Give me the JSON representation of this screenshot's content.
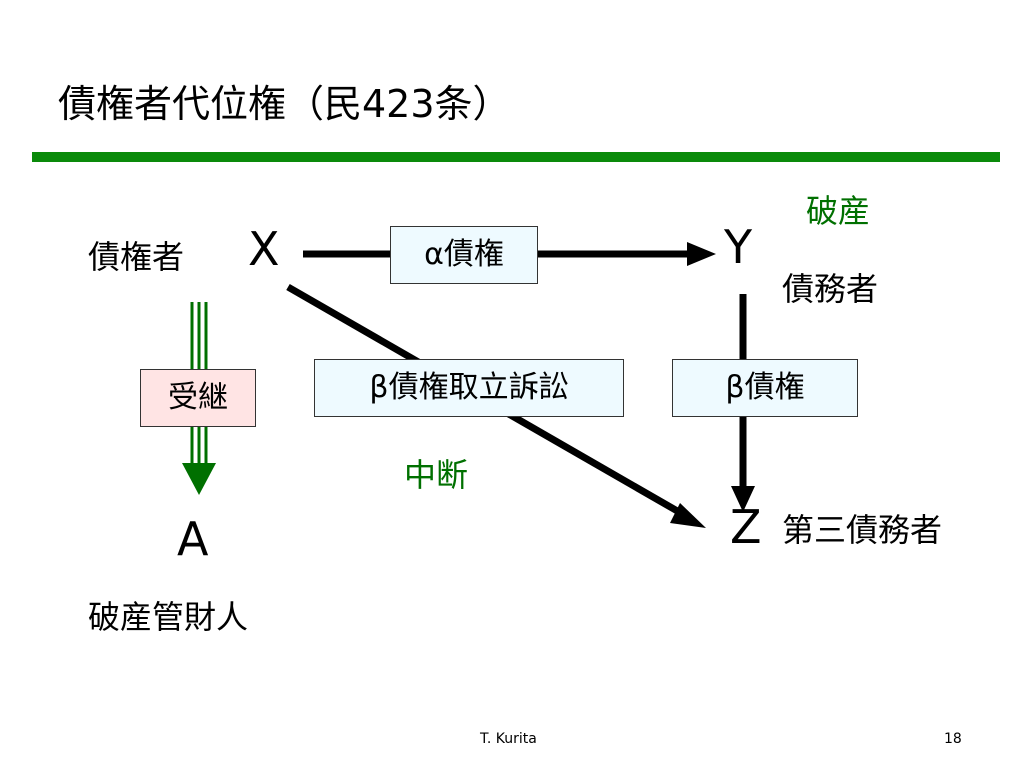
{
  "slide": {
    "title": "債権者代位権（民423条）",
    "footer_author": "T. Kurita",
    "page_number": "18"
  },
  "nodes": {
    "x": "X",
    "y": "Y",
    "z": "Z",
    "a": "A"
  },
  "labels": {
    "creditor": "債権者",
    "debtor": "債務者",
    "third_debtor": "第三債務者",
    "trustee": "破産管財人",
    "bankruptcy": "破産",
    "interruption": "中断"
  },
  "boxes": {
    "alpha_claim": "α債権",
    "beta_lawsuit": "β債権取立訴訟",
    "beta_claim": "β債権",
    "succession": "受継"
  },
  "colors": {
    "rule": "#0a8a0a",
    "green_text": "#007000",
    "arrow": "#000000",
    "green_arrow": "#007000"
  }
}
